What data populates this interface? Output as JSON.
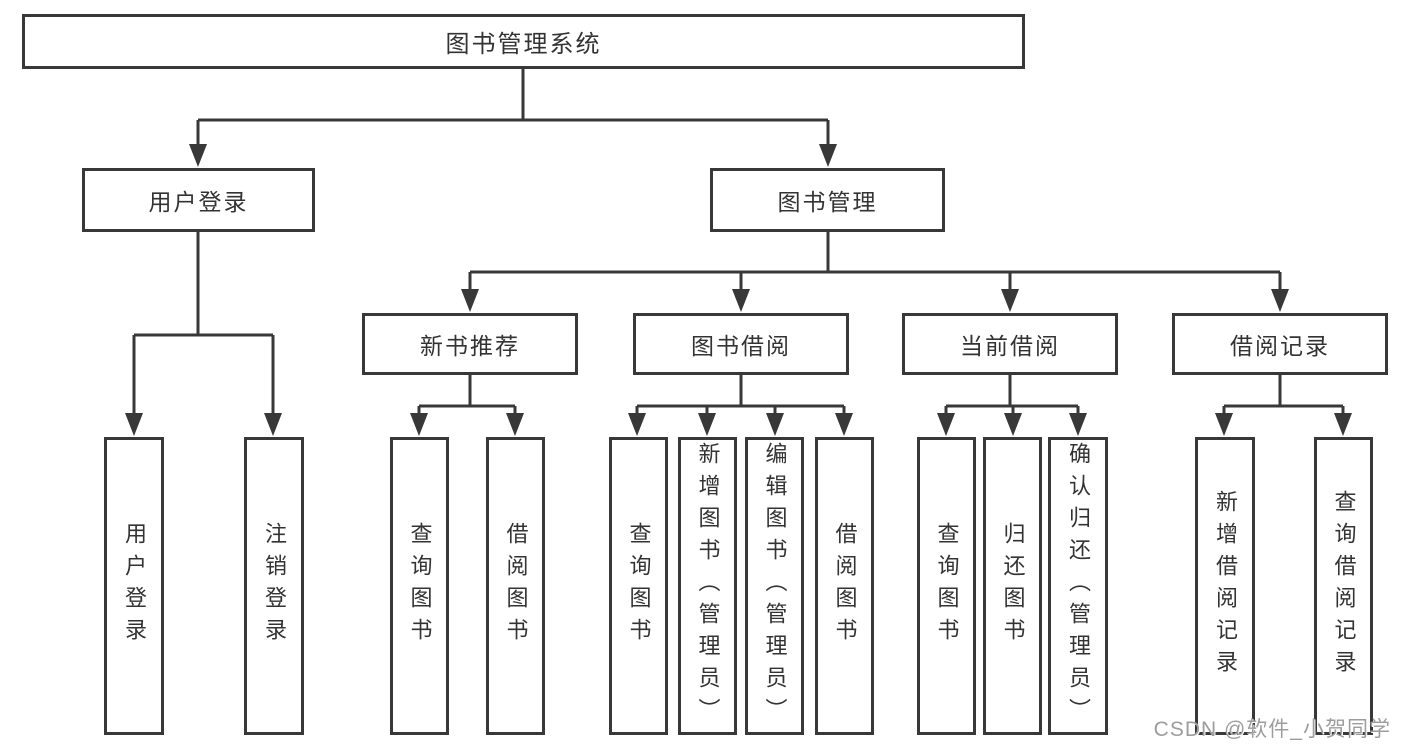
{
  "watermark": {
    "text": "CSDN @软件_小贺同学"
  },
  "colors": {
    "line": "#383838",
    "box_border": "#383838",
    "box_fill": "#ffffff",
    "text": "#333333",
    "watermark_text": "#9d9d9d"
  },
  "tree": {
    "label": "图书管理系统",
    "children": [
      {
        "label": "用户登录",
        "children": [
          {
            "label": "用户登录"
          },
          {
            "label": "注销登录"
          }
        ]
      },
      {
        "label": "图书管理",
        "children": [
          {
            "label": "新书推荐",
            "children": [
              {
                "label": "查询图书"
              },
              {
                "label": "借阅图书"
              }
            ]
          },
          {
            "label": "图书借阅",
            "children": [
              {
                "label": "查询图书"
              },
              {
                "label": "新增图书（管理员）"
              },
              {
                "label": "编辑图书（管理员）"
              },
              {
                "label": "借阅图书"
              }
            ]
          },
          {
            "label": "当前借阅",
            "children": [
              {
                "label": "查询图书"
              },
              {
                "label": "归还图书"
              },
              {
                "label": "确认归还（管理员）"
              }
            ]
          },
          {
            "label": "借阅记录",
            "children": [
              {
                "label": "新增借阅记录"
              },
              {
                "label": "查询借阅记录"
              }
            ]
          }
        ]
      }
    ]
  }
}
